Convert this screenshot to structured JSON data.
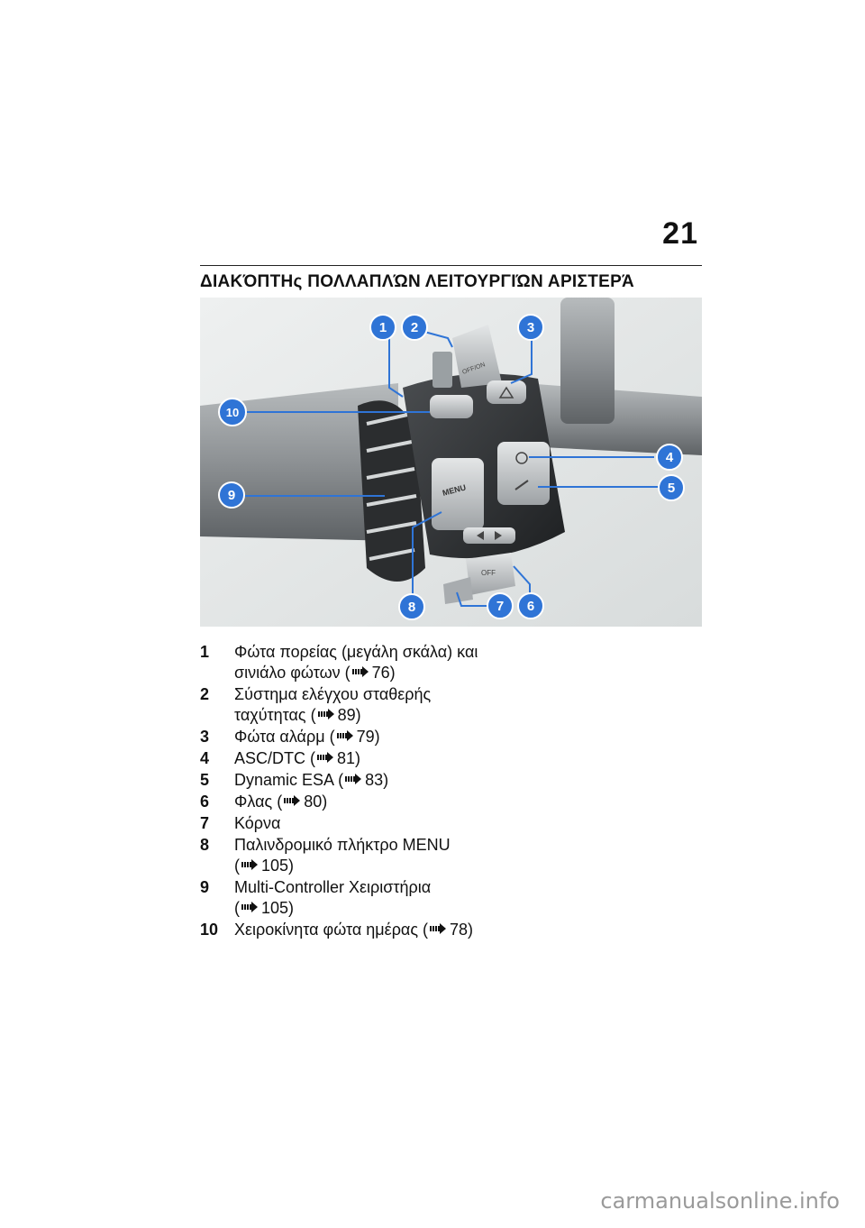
{
  "page": {
    "number": "21",
    "title": "ΔΙΑΚΌΠΤΗς ΠΟΛΛΑΠΛΏΝ ΛΕΙΤΟΥΡΓΙΏΝ ΑΡΙΣΤΕΡΆ"
  },
  "figure": {
    "button_labels": {
      "menu": "MENU",
      "off_on": "OFF/ON",
      "off": "OFF"
    },
    "callout_color": "#2f74d6"
  },
  "legend": [
    {
      "num": "1",
      "text": "Φώτα πορείας (μεγάλη σκάλα) και σινιάλο φώτων",
      "ref": "76)"
    },
    {
      "num": "2",
      "text": "Σύστημα ελέγχου σταθερής ταχύτητας",
      "ref": "89)"
    },
    {
      "num": "3",
      "text": "Φώτα αλάρμ",
      "ref": "79)"
    },
    {
      "num": "4",
      "text": "ASC/DTC",
      "ref": "81)"
    },
    {
      "num": "5",
      "text": "Dynamic ESA",
      "ref": "83)"
    },
    {
      "num": "6",
      "text": "Φλας",
      "ref": "80)"
    },
    {
      "num": "7",
      "text": "Κόρνα",
      "ref": ""
    },
    {
      "num": "8",
      "text": "Παλινδρομικό πλήκτρο MENU",
      "ref": "105)"
    },
    {
      "num": "9",
      "text": "Multi-Controller Χειριστήρια",
      "ref": "105)"
    },
    {
      "num": "10",
      "text": "Χειροκίνητα φώτα ημέρας",
      "ref": "78)"
    }
  ],
  "footer": {
    "watermark": "carmanualsonline.info"
  }
}
